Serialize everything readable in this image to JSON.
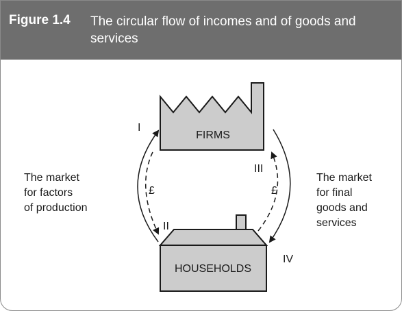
{
  "figure": {
    "number": "Figure 1.4",
    "title": "The circular flow of incomes and of goods and services"
  },
  "nodes": {
    "firms": "FIRMS",
    "households": "HOUSEHOLDS"
  },
  "markets": {
    "factors": [
      "The market",
      "for factors",
      "of production"
    ],
    "final_goods": [
      "The market",
      "for final",
      "goods and",
      "services"
    ]
  },
  "flows": {
    "flow_1": "I",
    "flow_2": "II",
    "flow_3": "III",
    "flow_4": "IV",
    "money_left": "£",
    "money_right": "£"
  },
  "colors": {
    "header_bg": "#6e6e6e",
    "box_fill": "#cccccc",
    "stroke": "#1a1a1a"
  }
}
